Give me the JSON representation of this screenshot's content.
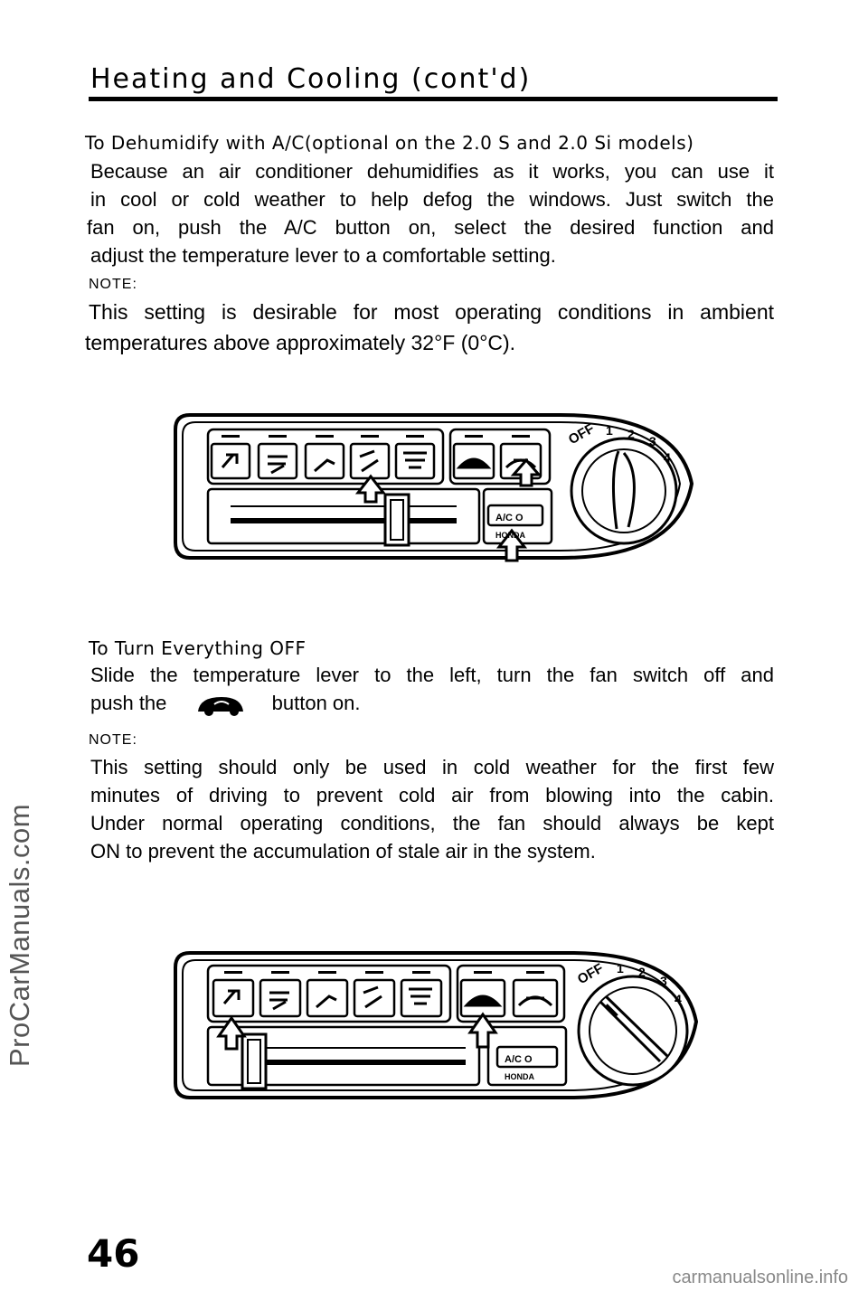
{
  "header": {
    "title": "Heating and Cooling (cont'd)"
  },
  "section1": {
    "heading": "To Dehumidify with A/C(optional on the 2.0 S and 2.0 Si models)",
    "lines": [
      "Because an air conditioner dehumidifies as it works, you can use it",
      "in cool or cold weather to help defog the windows. Just switch the",
      "fan on, push the A/C button on, select the desired function and",
      "adjust the temperature lever to a comfortable setting."
    ],
    "note_label": "NOTE:",
    "note_lines": [
      "This setting is desirable for most operating conditions in ambient",
      "temperatures above approximately 32°F (0°C)."
    ]
  },
  "section2": {
    "heading": "To Turn Everything OFF",
    "line1": "Slide the temperature lever to the left, turn the fan switch off and",
    "line2_pre": "push the",
    "line2_post": "button on.",
    "note_label": "NOTE:",
    "note_lines": [
      "This setting should only be used in cold weather for the first few",
      "minutes of driving to prevent cold air from blowing into the cabin.",
      "Under normal operating conditions, the fan should always be kept",
      "ON to prevent the accumulation of stale air in the system."
    ]
  },
  "panel": {
    "ac_label": "A/C O",
    "brand": "HONDA",
    "fan_off": "OFF",
    "fan_speeds": [
      "1",
      "2",
      "3",
      "4"
    ]
  },
  "page_number": "46",
  "watermark": "ProCarManuals.com",
  "footer": "carmanualsonline.info"
}
